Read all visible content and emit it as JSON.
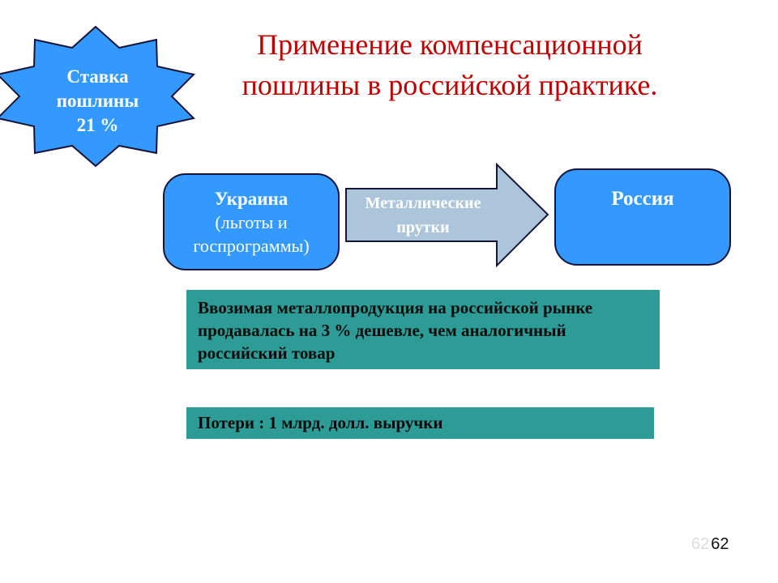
{
  "slide": {
    "title": {
      "line1": "Применение компенсационной",
      "line2": "пошлины в российской практике."
    },
    "badge": {
      "lines": [
        "Ставка",
        "пошлины",
        "21 %"
      ]
    },
    "flow": {
      "ukraine": {
        "title": "Украина",
        "subtitle": "(льготы и госпрограммы)"
      },
      "arrow_label": "Металлические прутки",
      "russia": {
        "title": "Россия"
      }
    },
    "notes": [
      "Ввозимая металлопродукция на российской рынке продавалась на 3 % дешевле, чем аналогичный российский товар",
      "Потери : 1 млрд. долл. выручки"
    ],
    "page": {
      "ghost": "62",
      "number": "62"
    },
    "colors": {
      "title_red": "#C00000",
      "shape_blue": "#3399FF",
      "shape_outline": "#15153A",
      "arrow_fill": "#ADC5DA",
      "note_teal": "#2D9C96",
      "page_ghost_gray": "#DCDCDC"
    }
  }
}
